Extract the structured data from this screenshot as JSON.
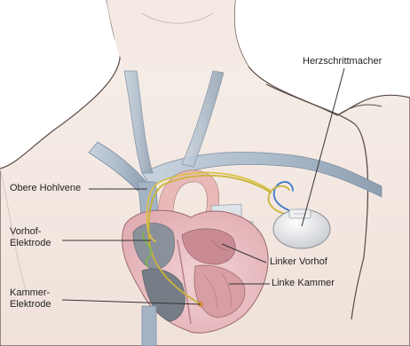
{
  "labels": {
    "herzschrittmacher": "Herzschrittmacher",
    "obere_hohlvene": "Obere Hohlvene",
    "vorhof_elektrode_1": "Vorhof-",
    "vorhof_elektrode_2": "Elektrode",
    "linker_vorhof": "Linker Vorhof",
    "linke_kammer": "Linke Kammer",
    "kammer_elektrode_1": "Kammer-",
    "kammer_elektrode_2": "Elektrode"
  }
}
